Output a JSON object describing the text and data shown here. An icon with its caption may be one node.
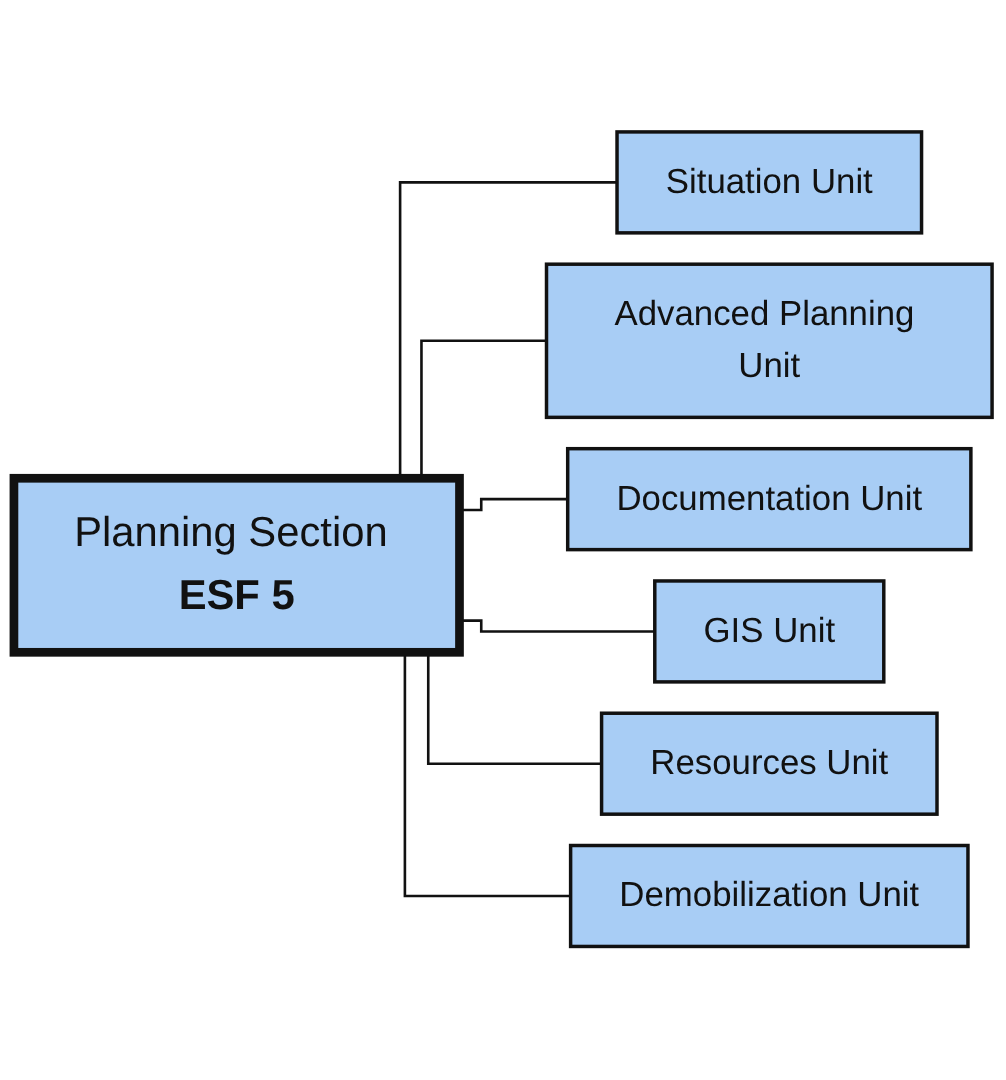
{
  "diagram": {
    "nodes": [
      {
        "text": [
          "Planning Section **ESF 5**"
        ]
      },
      {
        "text": [
          "Situation Unit"
        ]
      },
      {
        "text": [
          "Advanced Planning Unit"
        ]
      },
      {
        "text": [
          "Documentation Unit"
        ]
      },
      {
        "text": [
          "GIS Unit"
        ]
      },
      {
        "text": [
          "Resources Unit"
        ]
      },
      {
        "text": [
          "Demobilization Unit"
        ]
      }
    ],
    "edges": [
      {
        "from": 0,
        "to": 1,
        "arrow": "none"
      },
      {
        "from": 0,
        "to": 2,
        "arrow": "none"
      },
      {
        "from": 0,
        "to": 3,
        "arrow": "none"
      },
      {
        "from": 0,
        "to": 4,
        "arrow": "none"
      },
      {
        "from": 0,
        "to": 5,
        "arrow": "none"
      },
      {
        "from": 0,
        "to": 6,
        "arrow": "none"
      }
    ]
  }
}
